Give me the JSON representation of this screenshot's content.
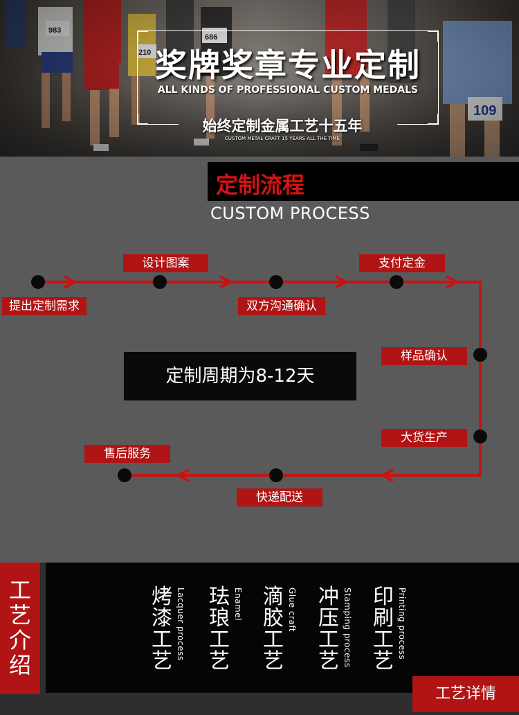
{
  "hero": {
    "title": "奖牌奖章专业定制",
    "subtitle": "ALL KINDS OF PROFESSIONAL CUSTOM MEDALS",
    "slogan": "始终定制金属工艺十五年",
    "slogan_en": "CUSTOM METAL CRAFT 15 YEARS ALL THE TIME",
    "bibs": [
      "983",
      "686",
      "210",
      "109"
    ]
  },
  "process": {
    "heading": "定制流程",
    "heading_en": "CUSTOM PROCESS",
    "steps": [
      "提出定制需求",
      "设计图案",
      "双方沟通确认",
      "支付定金",
      "样品确认",
      "大货生产",
      "快递配送",
      "售后服务"
    ],
    "cycle": "定制周期为8-12天"
  },
  "craft": {
    "label": "工艺介绍",
    "items": [
      {
        "cn": "烤漆工艺",
        "en": "Lacquer process"
      },
      {
        "cn": "珐琅工艺",
        "en": "Enamel"
      },
      {
        "cn": "滴胶工艺",
        "en": "Glue craft"
      },
      {
        "cn": "冲压工艺",
        "en": "Stamping process"
      },
      {
        "cn": "印刷工艺",
        "en": "Printing process"
      }
    ],
    "details_button": "工艺详情"
  },
  "colors": {
    "accent_red": "#b01414",
    "heading_red": "#d31414",
    "panel_black": "#050505",
    "process_gray": "#5a5a5a"
  }
}
